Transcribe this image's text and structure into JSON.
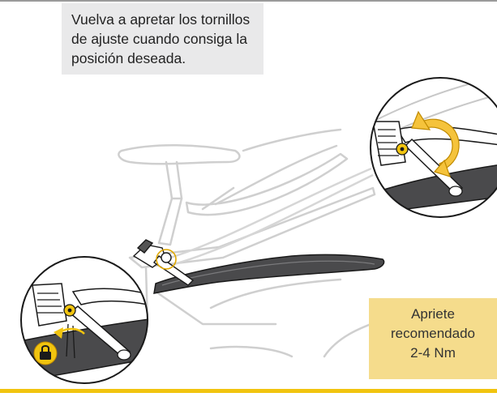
{
  "instruction": {
    "text": "Vuelva a apretar los tornillos de ajuste cuando consiga la posición deseada."
  },
  "torque": {
    "line1": "Apriete",
    "line2": "recomendado",
    "value": "2-4 Nm"
  },
  "icons": [
    "lock-icon",
    "rotate-arrow-icon",
    "adjustment-bolt-icon"
  ],
  "colors": {
    "accent": "#f1c40f",
    "accent_dark": "#e0a800",
    "torque_box": "#f5dc8c",
    "instruction_box": "#e9e9ea",
    "fender": "#4a4a4c",
    "line": "#1a1a1a",
    "faded_line": "#c8c8c8"
  }
}
